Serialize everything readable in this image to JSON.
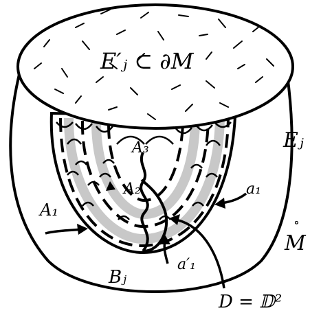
{
  "figure": {
    "labels": {
      "top_disk": "E′ⱼ ⊂ ∂M",
      "outer_region": "Eⱼ",
      "interior": "M",
      "interior_mark": "∘",
      "bottom_region": "Bⱼ",
      "disk": "D = 𝔻²",
      "curve_A1": "A₁",
      "curve_A2": "A₂",
      "curve_A3": "A₃",
      "curve_a1": "a₁",
      "curve_a1_prime": "a′₁"
    }
  }
}
